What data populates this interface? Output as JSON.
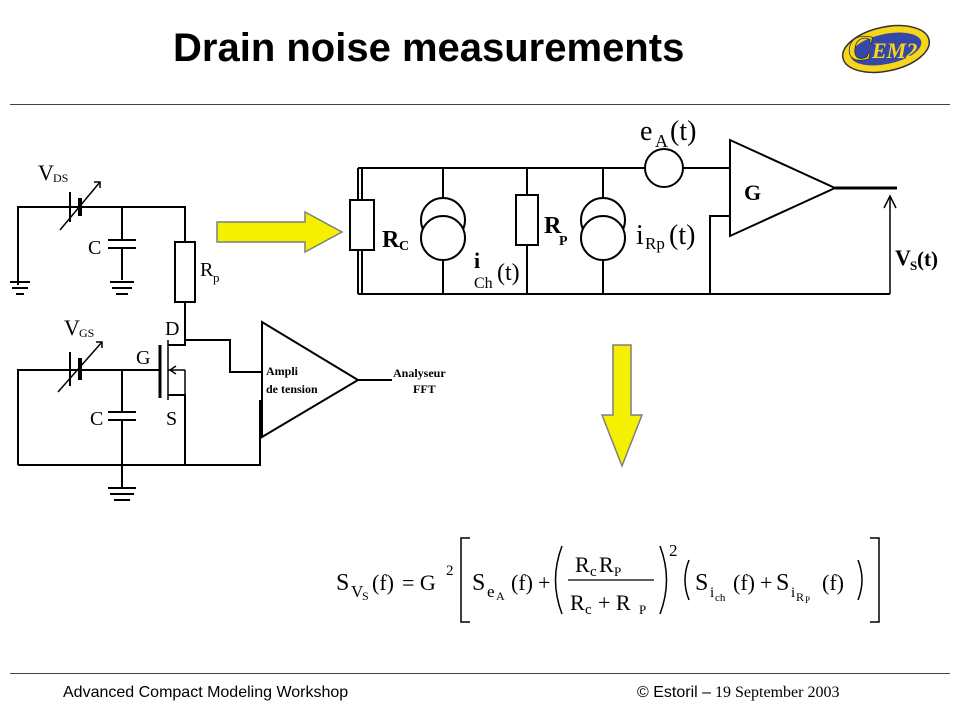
{
  "slide": {
    "title": "Drain noise measurements",
    "logo_text": "EM2",
    "logo_letter": "C"
  },
  "left_circuit": {
    "vds_label": "V",
    "vds_sub": "DS",
    "cap1_label": "C",
    "rp_label": "R",
    "rp_sub": "p",
    "vgs_label": "V",
    "vgs_sub": "GS",
    "gate_label": "G",
    "drain_label": "D",
    "source_label": "S",
    "cap2_label": "C",
    "amp_line1": "Ampli",
    "amp_line2": "de tension",
    "analyzer_line1": "Analyseur",
    "analyzer_line2": "FFT"
  },
  "right_circuit": {
    "ea_label": "e",
    "ea_sub": "A",
    "ea_suffix": "(t)",
    "gain_label": "G",
    "rc_label": "R",
    "rc_sub": "C",
    "ich_label": "i",
    "ich_sub": "Ch",
    "ich_suffix": "(t)",
    "rp_label": "R",
    "rp_sub": "P",
    "irp_label": "i",
    "irp_sub": "Rp",
    "irp_suffix": "(t)",
    "vs_label": "V",
    "vs_sub": "S",
    "vs_suffix": "(t)"
  },
  "formula": {
    "lhs": "S",
    "lhs_sub": "V",
    "lhs_subsub": "S",
    "lhs_arg": "(f)",
    "eq_g": "= G",
    "exp_2": "2",
    "s_ea": "S",
    "s_ea_sub": "e",
    "s_ea_subsub": "A",
    "s_ea_arg": "(f)",
    "plus": "+",
    "frac_num": "R",
    "frac_num_sub1": "c",
    "frac_num_2": "R",
    "frac_num_sub2": "P",
    "frac_den": "R",
    "frac_den_sub1": "c",
    "frac_den_plus": "+ R",
    "frac_den_sub2": "P",
    "outer_exp": "2",
    "s_ich": "S",
    "s_ich_sub": "i",
    "s_ich_subsub": "ch",
    "s_ich_arg": "(f)",
    "plus2": "+",
    "s_irp": "S",
    "s_irp_sub": "i",
    "s_irp_subsub": "R",
    "s_irp_subsubsub": "P",
    "s_irp_arg": "(f)"
  },
  "arrows": {
    "color": "#F4F000",
    "outline": "#7F7F7F"
  },
  "footer": {
    "left": "Advanced Compact Modeling Workshop",
    "right_sans": "© Estoril –",
    "right_serif": " 19 September 2003"
  }
}
